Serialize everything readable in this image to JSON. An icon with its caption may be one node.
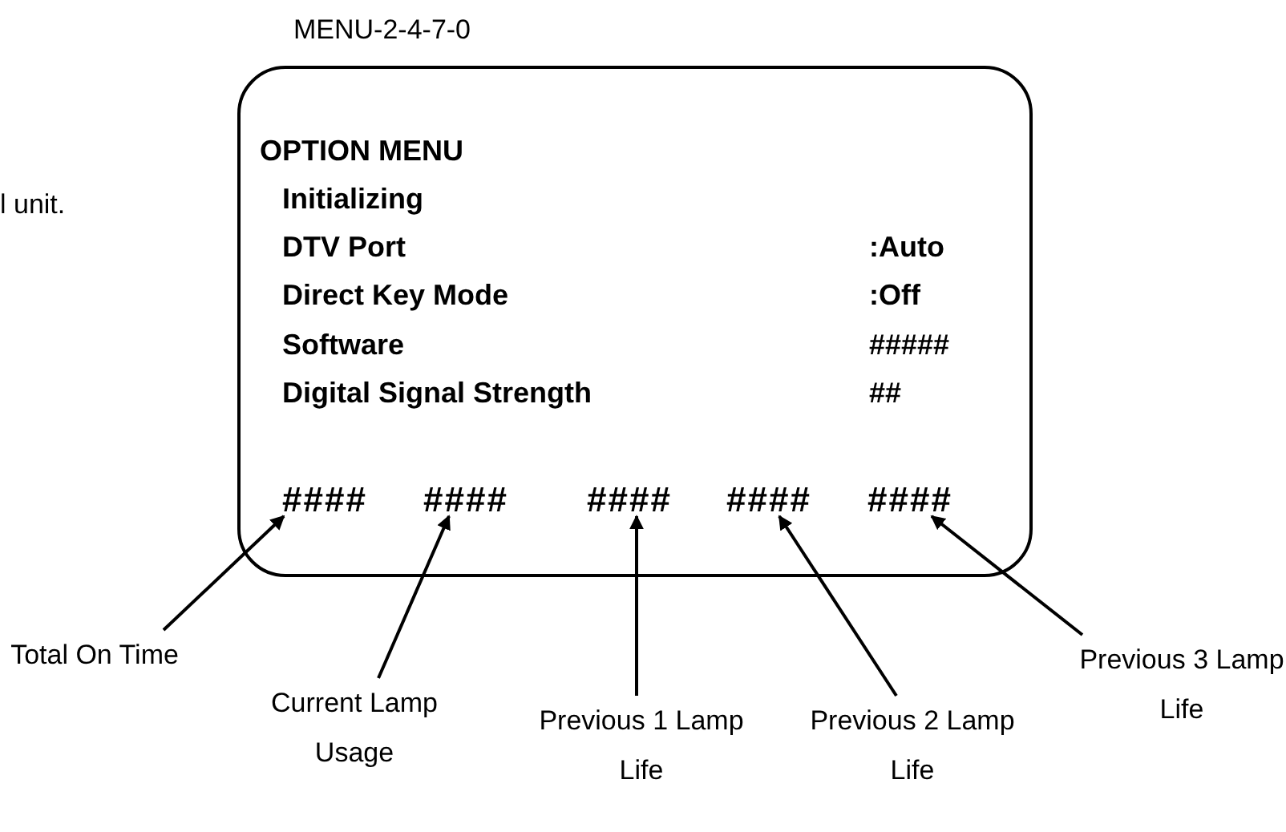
{
  "diagram": {
    "nodes": [
      {
        "text": [
          "MENU-2-4-7-0",
          "OPTION MENU",
          "Initializing",
          "DTV Port",
          ":Auto",
          "Direct Key Mode",
          ":Off",
          "Software",
          "#####",
          "Digital Signal Strength",
          "##"
        ]
      },
      {
        "text": [
          "####"
        ],
        "in": 0
      },
      {
        "text": [
          "####"
        ],
        "in": 0
      },
      {
        "text": [
          "####"
        ],
        "in": 0
      },
      {
        "text": [
          "####"
        ],
        "in": 0
      },
      {
        "text": [
          "####"
        ],
        "in": 0
      },
      {
        "text": [
          "Total On Time"
        ]
      },
      {
        "text": [
          "Current Lamp Usage"
        ]
      },
      {
        "text": [
          "Previous 1 Lamp Life"
        ]
      },
      {
        "text": [
          "Previous 2 Lamp Life"
        ]
      },
      {
        "text": [
          "Previous 3 Lamp Life"
        ]
      }
    ],
    "edges": [
      {
        "from": 6,
        "to": 1,
        "arrow": "to"
      },
      {
        "from": 7,
        "to": 2,
        "arrow": "to"
      },
      {
        "from": 8,
        "to": 3,
        "arrow": "to"
      },
      {
        "from": 9,
        "to": 4,
        "arrow": "to"
      },
      {
        "from": 10,
        "to": 5,
        "arrow": "to"
      }
    ],
    "labels": [
      "l unit."
    ]
  }
}
